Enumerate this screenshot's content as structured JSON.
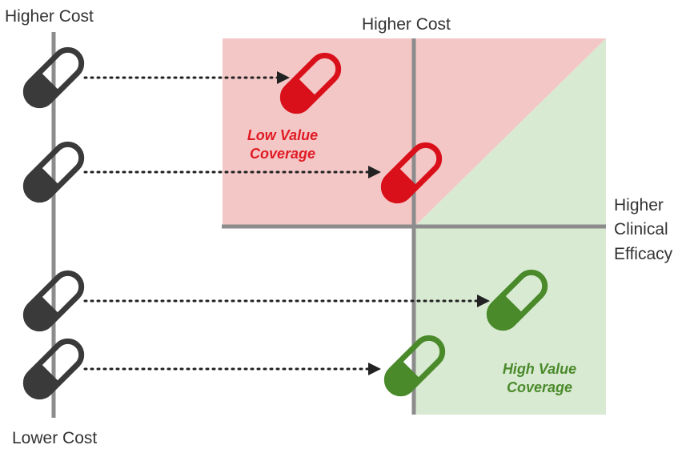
{
  "labels": {
    "left_axis_top": "Higher Cost",
    "left_axis_bottom": "Lower Cost",
    "quadrant_top": "Higher Cost",
    "quadrant_right": [
      "Higher",
      "Clinical",
      "Efficacy"
    ]
  },
  "regions": {
    "low_value": [
      "Low Value",
      "Coverage"
    ],
    "high_value": [
      "High Value",
      "Coverage"
    ]
  },
  "colors": {
    "pill_gray": "#3a3a3a",
    "pill_red": "#d9101a",
    "pill_green": "#4a8a2a",
    "region_red": "#f4c7c7",
    "region_green": "#d8ead2",
    "axis": "#8c8c8c",
    "text": "#333333",
    "text_red": "#e01b24",
    "text_green": "#4a8a2a"
  },
  "icons": {
    "source_pill": "gray-capsule-icon",
    "low_value_pill": "red-capsule-icon",
    "high_value_pill": "green-capsule-icon",
    "arrow": "dotted-arrow"
  },
  "drugs": [
    {
      "id": 1,
      "classification": "low value"
    },
    {
      "id": 2,
      "classification": "low value"
    },
    {
      "id": 3,
      "classification": "high value"
    },
    {
      "id": 4,
      "classification": "high value"
    }
  ]
}
